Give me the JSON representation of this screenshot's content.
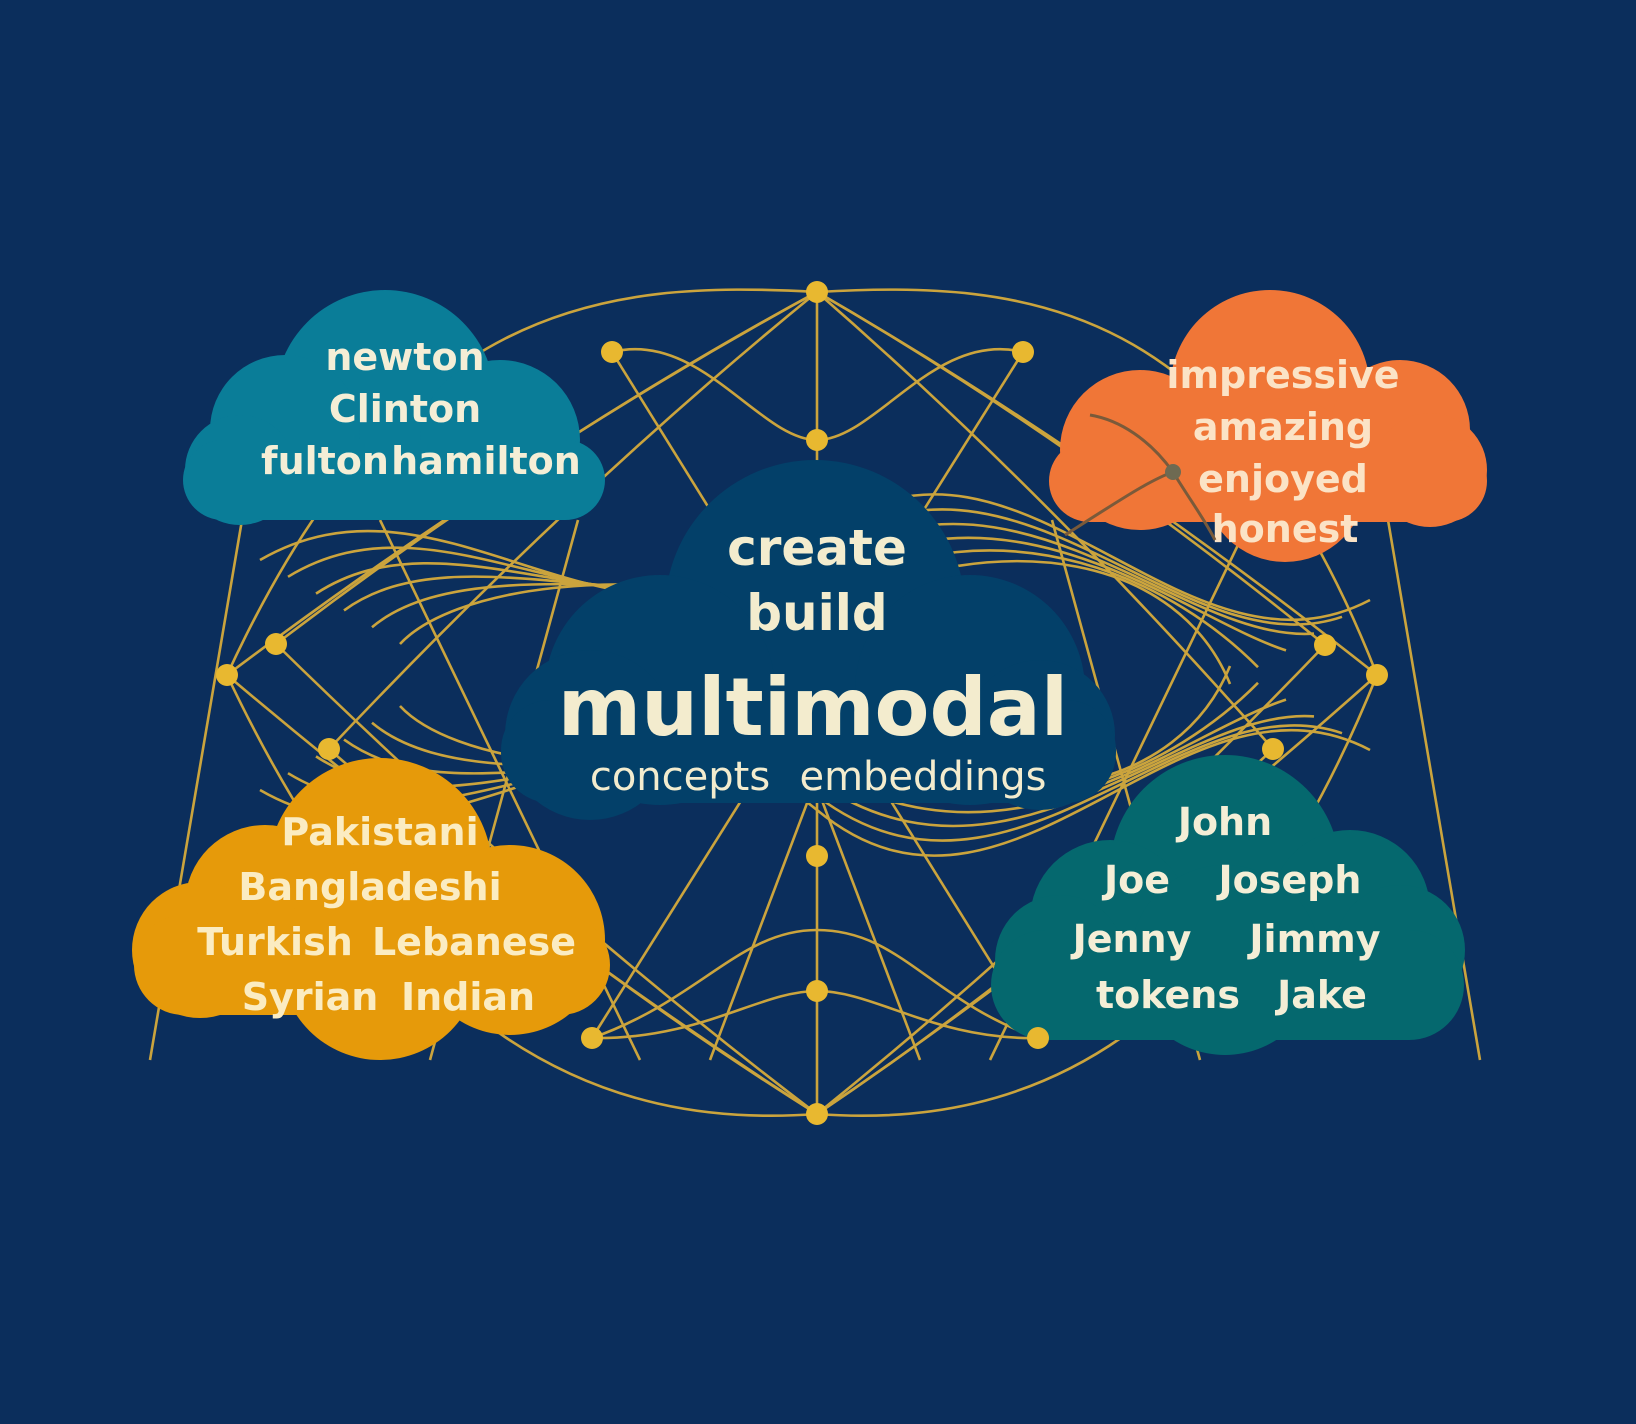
{
  "center_cloud": {
    "line1": "create",
    "line2": "build",
    "title": "multimodal",
    "left": "concepts",
    "right": "embeddings"
  },
  "top_left_cloud": {
    "line1": "newton",
    "line2": "Clinton",
    "left": "fulton",
    "right": "hamilton"
  },
  "top_right_cloud": {
    "words": [
      "impressive",
      "amazing",
      "enjoyed",
      "honest"
    ]
  },
  "bottom_left_cloud": {
    "line1": "Pakistani",
    "line2": "Bangladeshi",
    "l3a": "Turkish",
    "l3b": "Lebanese",
    "l4a": "Syrian",
    "l4b": "Indian"
  },
  "bottom_right_cloud": {
    "line1": "John",
    "l2a": "Joe",
    "l2b": "Joseph",
    "l3a": "Jenny",
    "l3b": "Jimmy",
    "l4a": "tokens",
    "l4b": "Jake"
  },
  "colors": {
    "background": "#0b2e5c",
    "network": "#e0b13a",
    "center": "#034069",
    "teal": "#0a7d98",
    "orange": "#f07637",
    "yellow": "#e69a0a",
    "dark_teal": "#05686e",
    "text": "#f3ecce"
  }
}
